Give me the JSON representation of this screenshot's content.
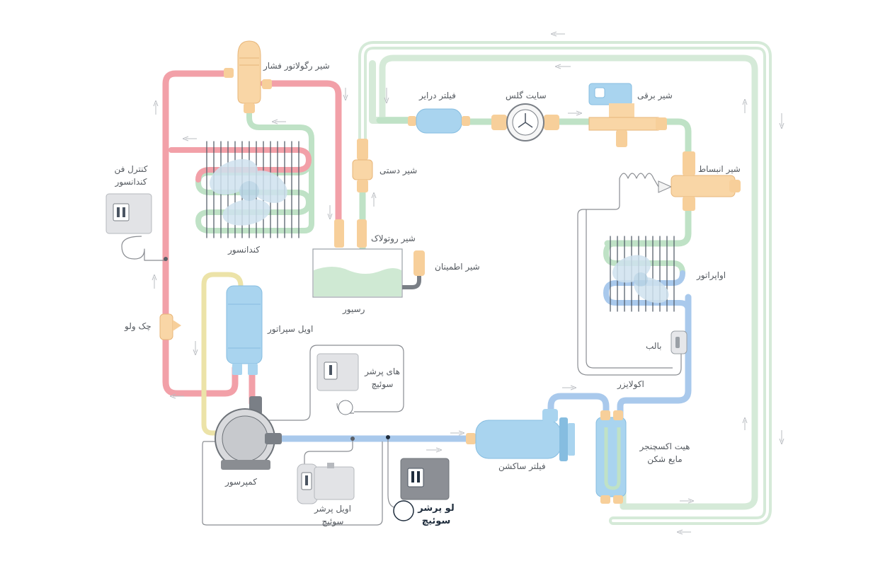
{
  "labels": {
    "pressure_regulator_valve": "شیر رگولاتور فشار",
    "filter_drier": "فیلتر درایر",
    "sight_glass": "سایت گلس",
    "solenoid_valve": "شیر برقی",
    "condenser_fan_control": {
      "line1": "کنترل فن",
      "line2": "کندانسور"
    },
    "hand_valve": "شیر دستی",
    "expansion_valve": "شیر انبساط",
    "condenser": "کندانسور",
    "rotolock_valve": "شیر روتولاک",
    "safety_valve": "شیر اطمینان",
    "evaporator": "اواپراتور",
    "receiver": "رسیور",
    "check_valve": "چک ولو",
    "oil_separator": "اویل سپراتور",
    "bulb": "بالب",
    "high_pressure_switch": {
      "line1": "های پرشر",
      "line2": "سوئیچ"
    },
    "equalizer": "اکولایزر",
    "heat_exchanger": {
      "line1": "هیت اکسچنجر",
      "line2": "مایع شکن"
    },
    "suction_filter": "فیلتر ساکشن",
    "compressor": "کمپرسور",
    "oil_pressure_switch": {
      "line1": "اویل پرشر",
      "line2": "سوئیچ"
    },
    "low_pressure_switch": {
      "line1": "لو پرشر",
      "line2": "سوئیچ"
    }
  },
  "colors": {
    "discharge_line": "#f2a0a8",
    "liquid_line": "#bfe2c6",
    "suction_line": "#a9c9ec",
    "oil_line": "#ece3a8",
    "fitting": "#f7cf9a",
    "shell": "#a9d4ef",
    "switch_box": "#e2e3e6",
    "capillary": "#8a8d92"
  }
}
